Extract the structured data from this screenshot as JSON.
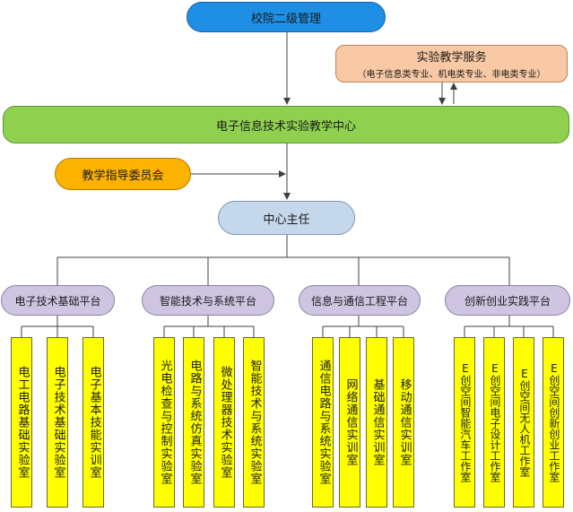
{
  "top": {
    "label": "校院二级管理"
  },
  "service": {
    "label": "实验教学服务",
    "sub": "（电子信息类专业、机电类专业、非电类专业）"
  },
  "center": {
    "label": "电子信息技术实验教学中心"
  },
  "committee": {
    "label": "教学指导委员会"
  },
  "director": {
    "label": "中心主任"
  },
  "platforms": [
    {
      "label": "电子技术基础平台",
      "labs": [
        "电工电路基础实验室",
        "电子技术基础实验室",
        "电子基本技能实训室"
      ]
    },
    {
      "label": "智能技术与系统平台",
      "labs": [
        "光电检查与控制实验室",
        "电路与系统仿真实验室",
        "微处理器技术实验室",
        "智能技术与系统实验室"
      ]
    },
    {
      "label": "信息与通信工程平台",
      "labs": [
        "通信电路与系统实验室",
        "网络通信实训室",
        "基础通信实训室",
        "移动通信实训室"
      ]
    },
    {
      "label": "创新创业实践平台",
      "labs": [
        "E创空间智能汽车工作室",
        "E创空间电子设计工作室",
        "E创空间无人机工作室",
        "E创空间创新创业工作室"
      ]
    }
  ]
}
